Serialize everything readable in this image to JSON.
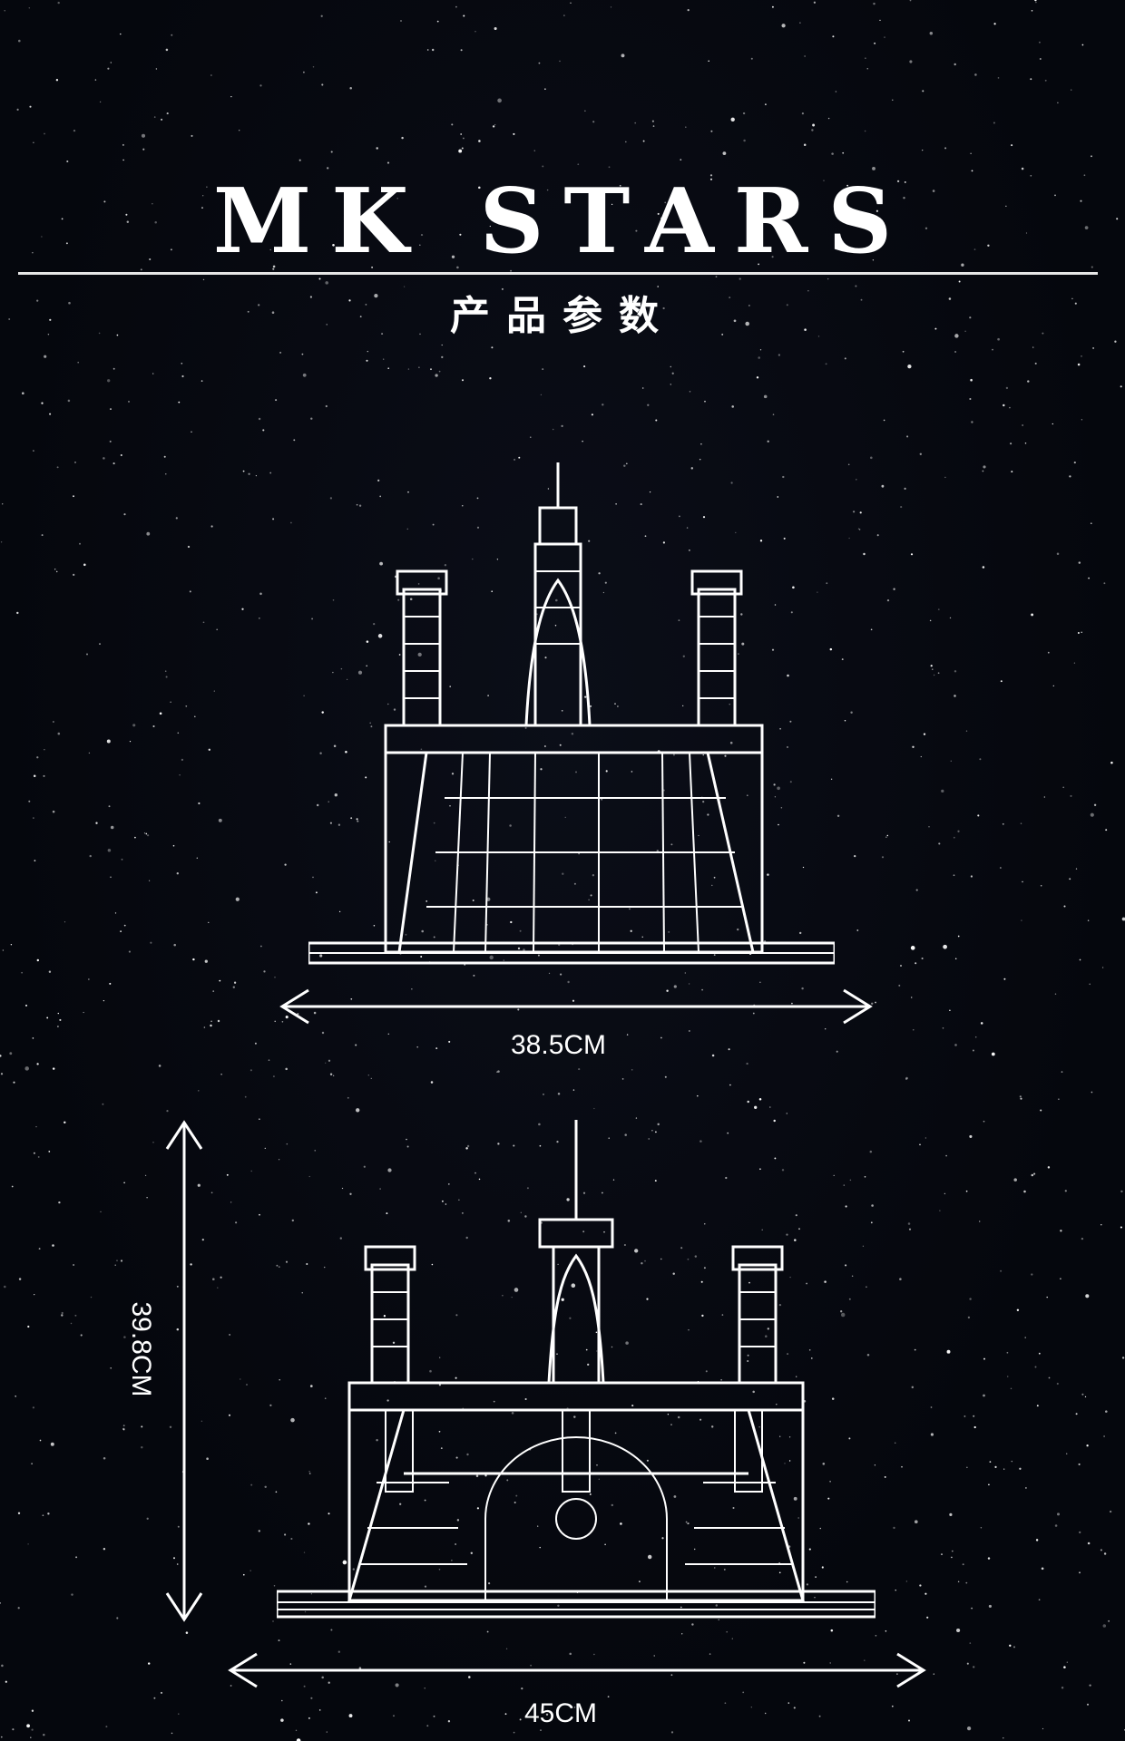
{
  "header": {
    "title": "MK STARS",
    "subtitle": "产品参数"
  },
  "dimensions": {
    "front_width": "38.5CM",
    "height": "39.8CM",
    "back_width": "45CM"
  },
  "colors": {
    "background": "#05070d",
    "line": "#ffffff"
  },
  "icons": [
    "double-arrow-horizontal-icon",
    "double-arrow-vertical-icon"
  ]
}
